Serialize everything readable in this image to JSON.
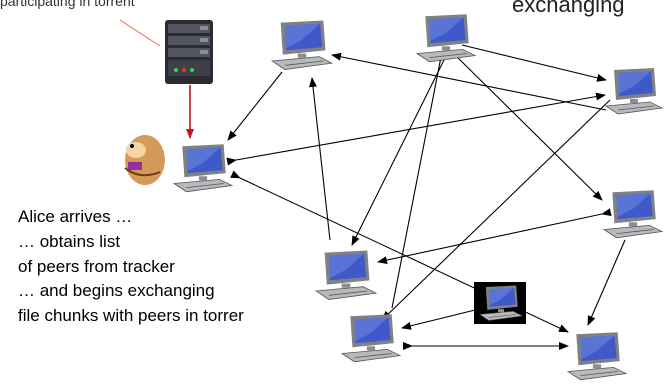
{
  "captions": {
    "tracker_partial": "participating in torrent",
    "exchanging_partial": "exchanging"
  },
  "alice": {
    "lines": [
      "Alice arrives …",
      "… obtains list",
      "of peers from tracker",
      "… and begins exchanging",
      "file chunks with peers in torrer"
    ]
  },
  "colors": {
    "arrow": "#000000",
    "tracker_link": "#c0181b",
    "pointer_line": "#e8694d",
    "screen_blue": "#3f59c9",
    "monitor_gray": "#7f8285",
    "server_dark": "#2b2c33"
  },
  "icons": {
    "tracker": "server-icon",
    "peer": "desktop-computer-icon",
    "alice": "cartoon-character-icon"
  }
}
